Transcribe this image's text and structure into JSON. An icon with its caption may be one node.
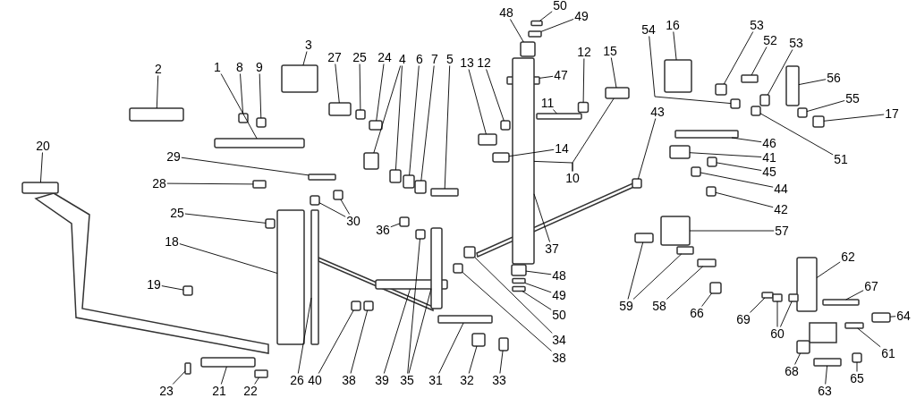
{
  "diagram": {
    "nodes": [
      {
        "text": [
          "2"
        ]
      },
      {
        "text": [
          "1"
        ]
      },
      {
        "text": [
          "8"
        ]
      },
      {
        "text": [
          "9"
        ]
      },
      {
        "text": [
          "3"
        ]
      },
      {
        "text": [
          "27"
        ]
      },
      {
        "text": [
          "25"
        ]
      },
      {
        "text": [
          "24"
        ]
      },
      {
        "text": [
          "4"
        ]
      },
      {
        "text": [
          "6"
        ]
      },
      {
        "text": [
          "7"
        ]
      },
      {
        "text": [
          "5"
        ]
      },
      {
        "text": [
          "13"
        ]
      },
      {
        "text": [
          "12"
        ]
      },
      {
        "text": [
          "48"
        ]
      },
      {
        "text": [
          "50"
        ]
      },
      {
        "text": [
          "49"
        ]
      },
      {
        "text": [
          "47"
        ]
      },
      {
        "text": [
          "12"
        ]
      },
      {
        "text": [
          "15"
        ]
      },
      {
        "text": [
          "54"
        ]
      },
      {
        "text": [
          "16"
        ]
      },
      {
        "text": [
          "53"
        ]
      },
      {
        "text": [
          "52"
        ]
      },
      {
        "text": [
          "53"
        ]
      },
      {
        "text": [
          "56"
        ]
      },
      {
        "text": [
          "55"
        ]
      },
      {
        "text": [
          "17"
        ]
      },
      {
        "text": [
          "51"
        ]
      },
      {
        "text": [
          "11"
        ]
      },
      {
        "text": [
          "14"
        ]
      },
      {
        "text": [
          "43"
        ]
      },
      {
        "text": [
          "46"
        ]
      },
      {
        "text": [
          "41"
        ]
      },
      {
        "text": [
          "45"
        ]
      },
      {
        "text": [
          "10"
        ]
      },
      {
        "text": [
          "44"
        ]
      },
      {
        "text": [
          "42"
        ]
      },
      {
        "text": [
          "29"
        ]
      },
      {
        "text": [
          "28"
        ]
      },
      {
        "text": [
          "25"
        ]
      },
      {
        "text": [
          "30"
        ]
      },
      {
        "text": [
          "18"
        ]
      },
      {
        "text": [
          "36"
        ]
      },
      {
        "text": [
          "37"
        ]
      },
      {
        "text": [
          "19"
        ]
      },
      {
        "text": [
          "57"
        ]
      },
      {
        "text": [
          "62"
        ]
      },
      {
        "text": [
          "67"
        ]
      },
      {
        "text": [
          "59"
        ]
      },
      {
        "text": [
          "58"
        ]
      },
      {
        "text": [
          "66"
        ]
      },
      {
        "text": [
          "69"
        ]
      },
      {
        "text": [
          "60"
        ]
      },
      {
        "text": [
          "64"
        ]
      },
      {
        "text": [
          "61"
        ]
      },
      {
        "text": [
          "48"
        ]
      },
      {
        "text": [
          "49"
        ]
      },
      {
        "text": [
          "50"
        ]
      },
      {
        "text": [
          "34"
        ]
      },
      {
        "text": [
          "38"
        ]
      },
      {
        "text": [
          "40"
        ]
      },
      {
        "text": [
          "38"
        ]
      },
      {
        "text": [
          "39"
        ]
      },
      {
        "text": [
          "35"
        ]
      },
      {
        "text": [
          "31"
        ]
      },
      {
        "text": [
          "32"
        ]
      },
      {
        "text": [
          "33"
        ]
      },
      {
        "text": [
          "26"
        ]
      },
      {
        "text": [
          "22"
        ]
      },
      {
        "text": [
          "21"
        ]
      },
      {
        "text": [
          "23"
        ]
      },
      {
        "text": [
          "20"
        ]
      },
      {
        "text": [
          "68"
        ]
      },
      {
        "text": [
          "63"
        ]
      },
      {
        "text": [
          "65"
        ]
      }
    ],
    "edges": [
      {
        "from": 0,
        "to": null,
        "arrow": "none"
      },
      {
        "from": 1,
        "to": null,
        "arrow": "none"
      },
      {
        "from": 2,
        "to": null,
        "arrow": "none"
      },
      {
        "from": 3,
        "to": null,
        "arrow": "none"
      },
      {
        "from": 4,
        "to": null,
        "arrow": "none"
      },
      {
        "from": 5,
        "to": null,
        "arrow": "none"
      },
      {
        "from": 6,
        "to": null,
        "arrow": "none"
      },
      {
        "from": 7,
        "to": null,
        "arrow": "none"
      },
      {
        "from": 8,
        "to": null,
        "arrow": "none"
      },
      {
        "from": 8,
        "to": null,
        "arrow": "none"
      },
      {
        "from": 9,
        "to": null,
        "arrow": "none"
      },
      {
        "from": 10,
        "to": null,
        "arrow": "none"
      },
      {
        "from": 11,
        "to": null,
        "arrow": "none"
      },
      {
        "from": 12,
        "to": null,
        "arrow": "none"
      },
      {
        "from": 13,
        "to": null,
        "arrow": "none"
      },
      {
        "from": 14,
        "to": null,
        "arrow": "none"
      },
      {
        "from": 15,
        "to": null,
        "arrow": "none"
      },
      {
        "from": 16,
        "to": null,
        "arrow": "none"
      },
      {
        "from": 17,
        "to": null,
        "arrow": "none"
      },
      {
        "from": 18,
        "to": null,
        "arrow": "none"
      },
      {
        "from": 19,
        "to": null,
        "arrow": "none"
      },
      {
        "from": 20,
        "to": null,
        "arrow": "none"
      },
      {
        "from": 21,
        "to": null,
        "arrow": "none"
      },
      {
        "from": 22,
        "to": null,
        "arrow": "none"
      },
      {
        "from": 23,
        "to": null,
        "arrow": "none"
      },
      {
        "from": 24,
        "to": null,
        "arrow": "none"
      },
      {
        "from": 25,
        "to": null,
        "arrow": "none"
      },
      {
        "from": 26,
        "to": null,
        "arrow": "none"
      },
      {
        "from": 27,
        "to": null,
        "arrow": "none"
      },
      {
        "from": 28,
        "to": null,
        "arrow": "none"
      },
      {
        "from": 29,
        "to": null,
        "arrow": "none"
      },
      {
        "from": 30,
        "to": null,
        "arrow": "none"
      },
      {
        "from": 31,
        "to": null,
        "arrow": "none"
      },
      {
        "from": 32,
        "to": null,
        "arrow": "none"
      },
      {
        "from": 33,
        "to": null,
        "arrow": "none"
      },
      {
        "from": 34,
        "to": null,
        "arrow": "none"
      },
      {
        "from": 35,
        "to": null,
        "arrow": "none"
      },
      {
        "from": 35,
        "to": null,
        "arrow": "none"
      },
      {
        "from": 36,
        "to": null,
        "arrow": "none"
      },
      {
        "from": 37,
        "to": null,
        "arrow": "none"
      },
      {
        "from": 38,
        "to": null,
        "arrow": "none"
      },
      {
        "from": 39,
        "to": null,
        "arrow": "none"
      },
      {
        "from": 40,
        "to": null,
        "arrow": "none"
      },
      {
        "from": 41,
        "to": null,
        "arrow": "none"
      },
      {
        "from": 41,
        "to": null,
        "arrow": "none"
      },
      {
        "from": 42,
        "to": null,
        "arrow": "none"
      },
      {
        "from": 43,
        "to": null,
        "arrow": "none"
      },
      {
        "from": 44,
        "to": null,
        "arrow": "none"
      },
      {
        "from": 45,
        "to": null,
        "arrow": "none"
      },
      {
        "from": 46,
        "to": null,
        "arrow": "none"
      },
      {
        "from": 47,
        "to": null,
        "arrow": "none"
      },
      {
        "from": 48,
        "to": null,
        "arrow": "none"
      },
      {
        "from": 49,
        "to": null,
        "arrow": "none"
      },
      {
        "from": 49,
        "to": null,
        "arrow": "none"
      },
      {
        "from": 50,
        "to": null,
        "arrow": "none"
      },
      {
        "from": 51,
        "to": null,
        "arrow": "none"
      },
      {
        "from": 52,
        "to": null,
        "arrow": "none"
      },
      {
        "from": 53,
        "to": null,
        "arrow": "none"
      },
      {
        "from": 53,
        "to": null,
        "arrow": "none"
      },
      {
        "from": 54,
        "to": null,
        "arrow": "none"
      },
      {
        "from": 55,
        "to": null,
        "arrow": "none"
      },
      {
        "from": 56,
        "to": null,
        "arrow": "none"
      },
      {
        "from": 57,
        "to": null,
        "arrow": "none"
      },
      {
        "from": 58,
        "to": null,
        "arrow": "none"
      },
      {
        "from": 59,
        "to": null,
        "arrow": "none"
      },
      {
        "from": 60,
        "to": null,
        "arrow": "none"
      },
      {
        "from": 61,
        "to": null,
        "arrow": "none"
      },
      {
        "from": 62,
        "to": null,
        "arrow": "none"
      },
      {
        "from": 63,
        "to": null,
        "arrow": "none"
      },
      {
        "from": 64,
        "to": null,
        "arrow": "none"
      },
      {
        "from": 64,
        "to": null,
        "arrow": "none"
      },
      {
        "from": 65,
        "to": null,
        "arrow": "none"
      },
      {
        "from": 66,
        "to": null,
        "arrow": "none"
      },
      {
        "from": 67,
        "to": null,
        "arrow": "none"
      },
      {
        "from": 68,
        "to": null,
        "arrow": "none"
      },
      {
        "from": 69,
        "to": null,
        "arrow": "none"
      },
      {
        "from": 70,
        "to": null,
        "arrow": "none"
      },
      {
        "from": 71,
        "to": null,
        "arrow": "none"
      },
      {
        "from": 72,
        "to": null,
        "arrow": "none"
      },
      {
        "from": 73,
        "to": null,
        "arrow": "none"
      },
      {
        "from": 74,
        "to": null,
        "arrow": "none"
      },
      {
        "from": 75,
        "to": null,
        "arrow": "none"
      }
    ]
  }
}
